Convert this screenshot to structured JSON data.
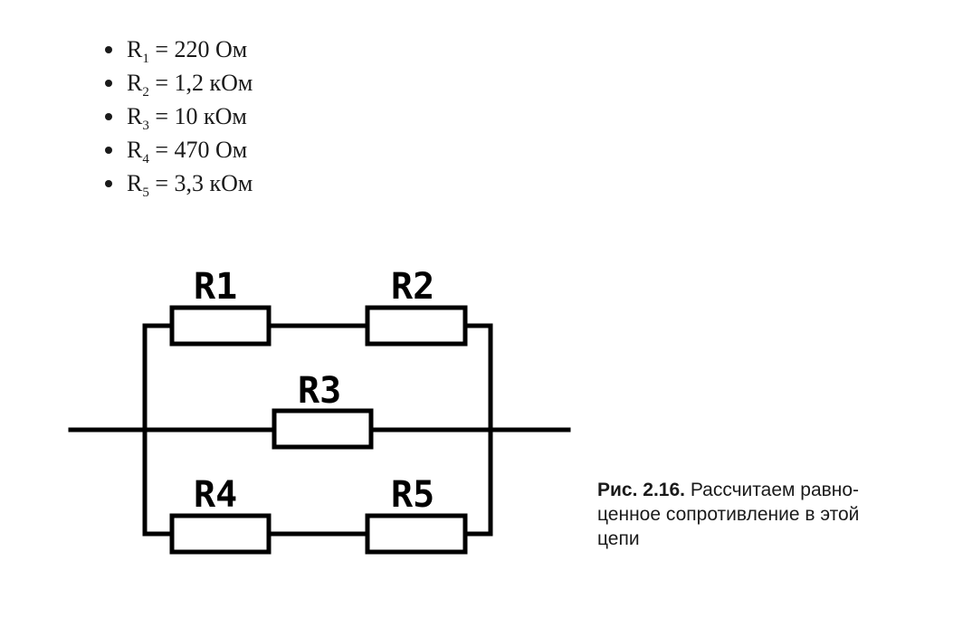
{
  "resistors": [
    {
      "symbol": "R",
      "index": "1",
      "value": "= 220 Ом"
    },
    {
      "symbol": "R",
      "index": "2",
      "value": "= 1,2 кОм"
    },
    {
      "symbol": "R",
      "index": "3",
      "value": "= 10 кОм"
    },
    {
      "symbol": "R",
      "index": "4",
      "value": "= 470 Ом"
    },
    {
      "symbol": "R",
      "index": "5",
      "value": "= 3,3 кОм"
    }
  ],
  "circuit": {
    "labels": {
      "r1": "R1",
      "r2": "R2",
      "r3": "R3",
      "r4": "R4",
      "r5": "R5"
    }
  },
  "caption": {
    "figure_number": "Рис. 2.16.",
    "text": "Рассчитаем равно-ценное сопротивление в этой цепи"
  }
}
